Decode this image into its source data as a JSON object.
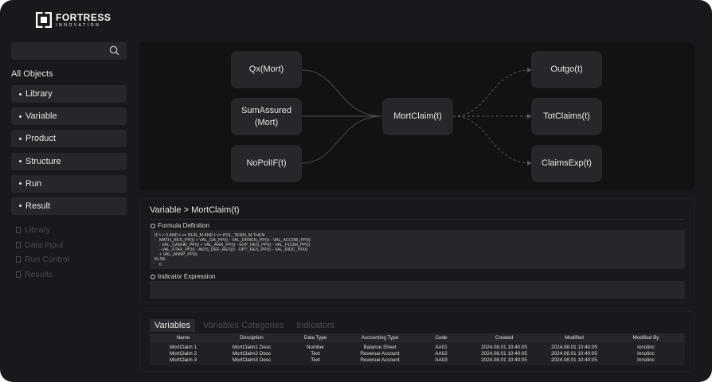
{
  "brand": {
    "title": "FORTRESS",
    "subtitle": "INNOVATION"
  },
  "search": {
    "placeholder": ""
  },
  "sidebar": {
    "heading": "All Objects",
    "items": [
      {
        "label": "Library"
      },
      {
        "label": "Variable"
      },
      {
        "label": "Product"
      },
      {
        "label": "Structure"
      },
      {
        "label": "Run"
      },
      {
        "label": "Result"
      }
    ],
    "sub_items": [
      {
        "label": "Library"
      },
      {
        "label": "Data Input"
      },
      {
        "label": "Run Control"
      },
      {
        "label": "Results"
      }
    ]
  },
  "diagram": {
    "inputs": [
      "Qx(Mort)",
      "SumAssured\n(Mort)",
      "NoPolIF(t)"
    ],
    "center": "MortClaim(t)",
    "outputs": [
      "Outgo(t)",
      "TotClaims(t)",
      "ClaimsExp(t)"
    ]
  },
  "formula": {
    "breadcrumb": "Variable > MortClaim(t)",
    "definition_label": "Formula Definition",
    "code_lines": [
      "IF t > 0 AND t >= DUR_M AND t <= POL_TERM_M THEN",
      "    MATH_RES_PP(t) + VAL_GA_PP(t) - VAL_DRBEN_PP(t) - VAL_ACCRB_PP(t)",
      "    - VAL_CASHB_PP(t) + VAL_ANN_PP(t) - EXP_RES_PP(t) - VAL_FCOM_PP(t)",
      "    - VAL_FTAX_PP(t) - AIDS_DEF_RES(t) - OPT_RES_PP(t) - VAL_RIDC_PP(t)",
      "    + VAL_ANNP_PP(t)",
      "ELSE",
      "    0"
    ],
    "indicator_label": "Indicator Expression",
    "indicator_value": ""
  },
  "table": {
    "tabs": [
      {
        "label": "Variables",
        "active": true
      },
      {
        "label": "Variables Categories",
        "active": false
      },
      {
        "label": "Indicators",
        "active": false
      }
    ],
    "columns": [
      "Name",
      "Desciption",
      "Data Type",
      "Accounting Type",
      "Code",
      "Created",
      "Modified",
      "Modified By"
    ],
    "rows": [
      [
        "MortClaim 1",
        "MortClaim1 Desc",
        "Number",
        "Balance Sheet",
        "AA01",
        "2024.08.01 10:40:05",
        "2024.08.01 10:40:05",
        "Innolinc"
      ],
      [
        "MortClaim 2",
        "MortClaim2 Desc",
        "Text",
        "Revenue Account",
        "AA02",
        "2024.08.01 10:40:05",
        "2024.08.01 10:40:05",
        "Innolinc"
      ],
      [
        "MortClaim 3",
        "MortClaim3 Desc",
        "Text",
        "Revenue Account",
        "AA03",
        "2024.08.01 10:40:05",
        "2024.08.01 10:40:05",
        "Innolinc"
      ]
    ]
  },
  "colors": {
    "frame": "#18191c",
    "panel": "#111214",
    "node": "#26272b",
    "muted": "#4a4c52"
  }
}
